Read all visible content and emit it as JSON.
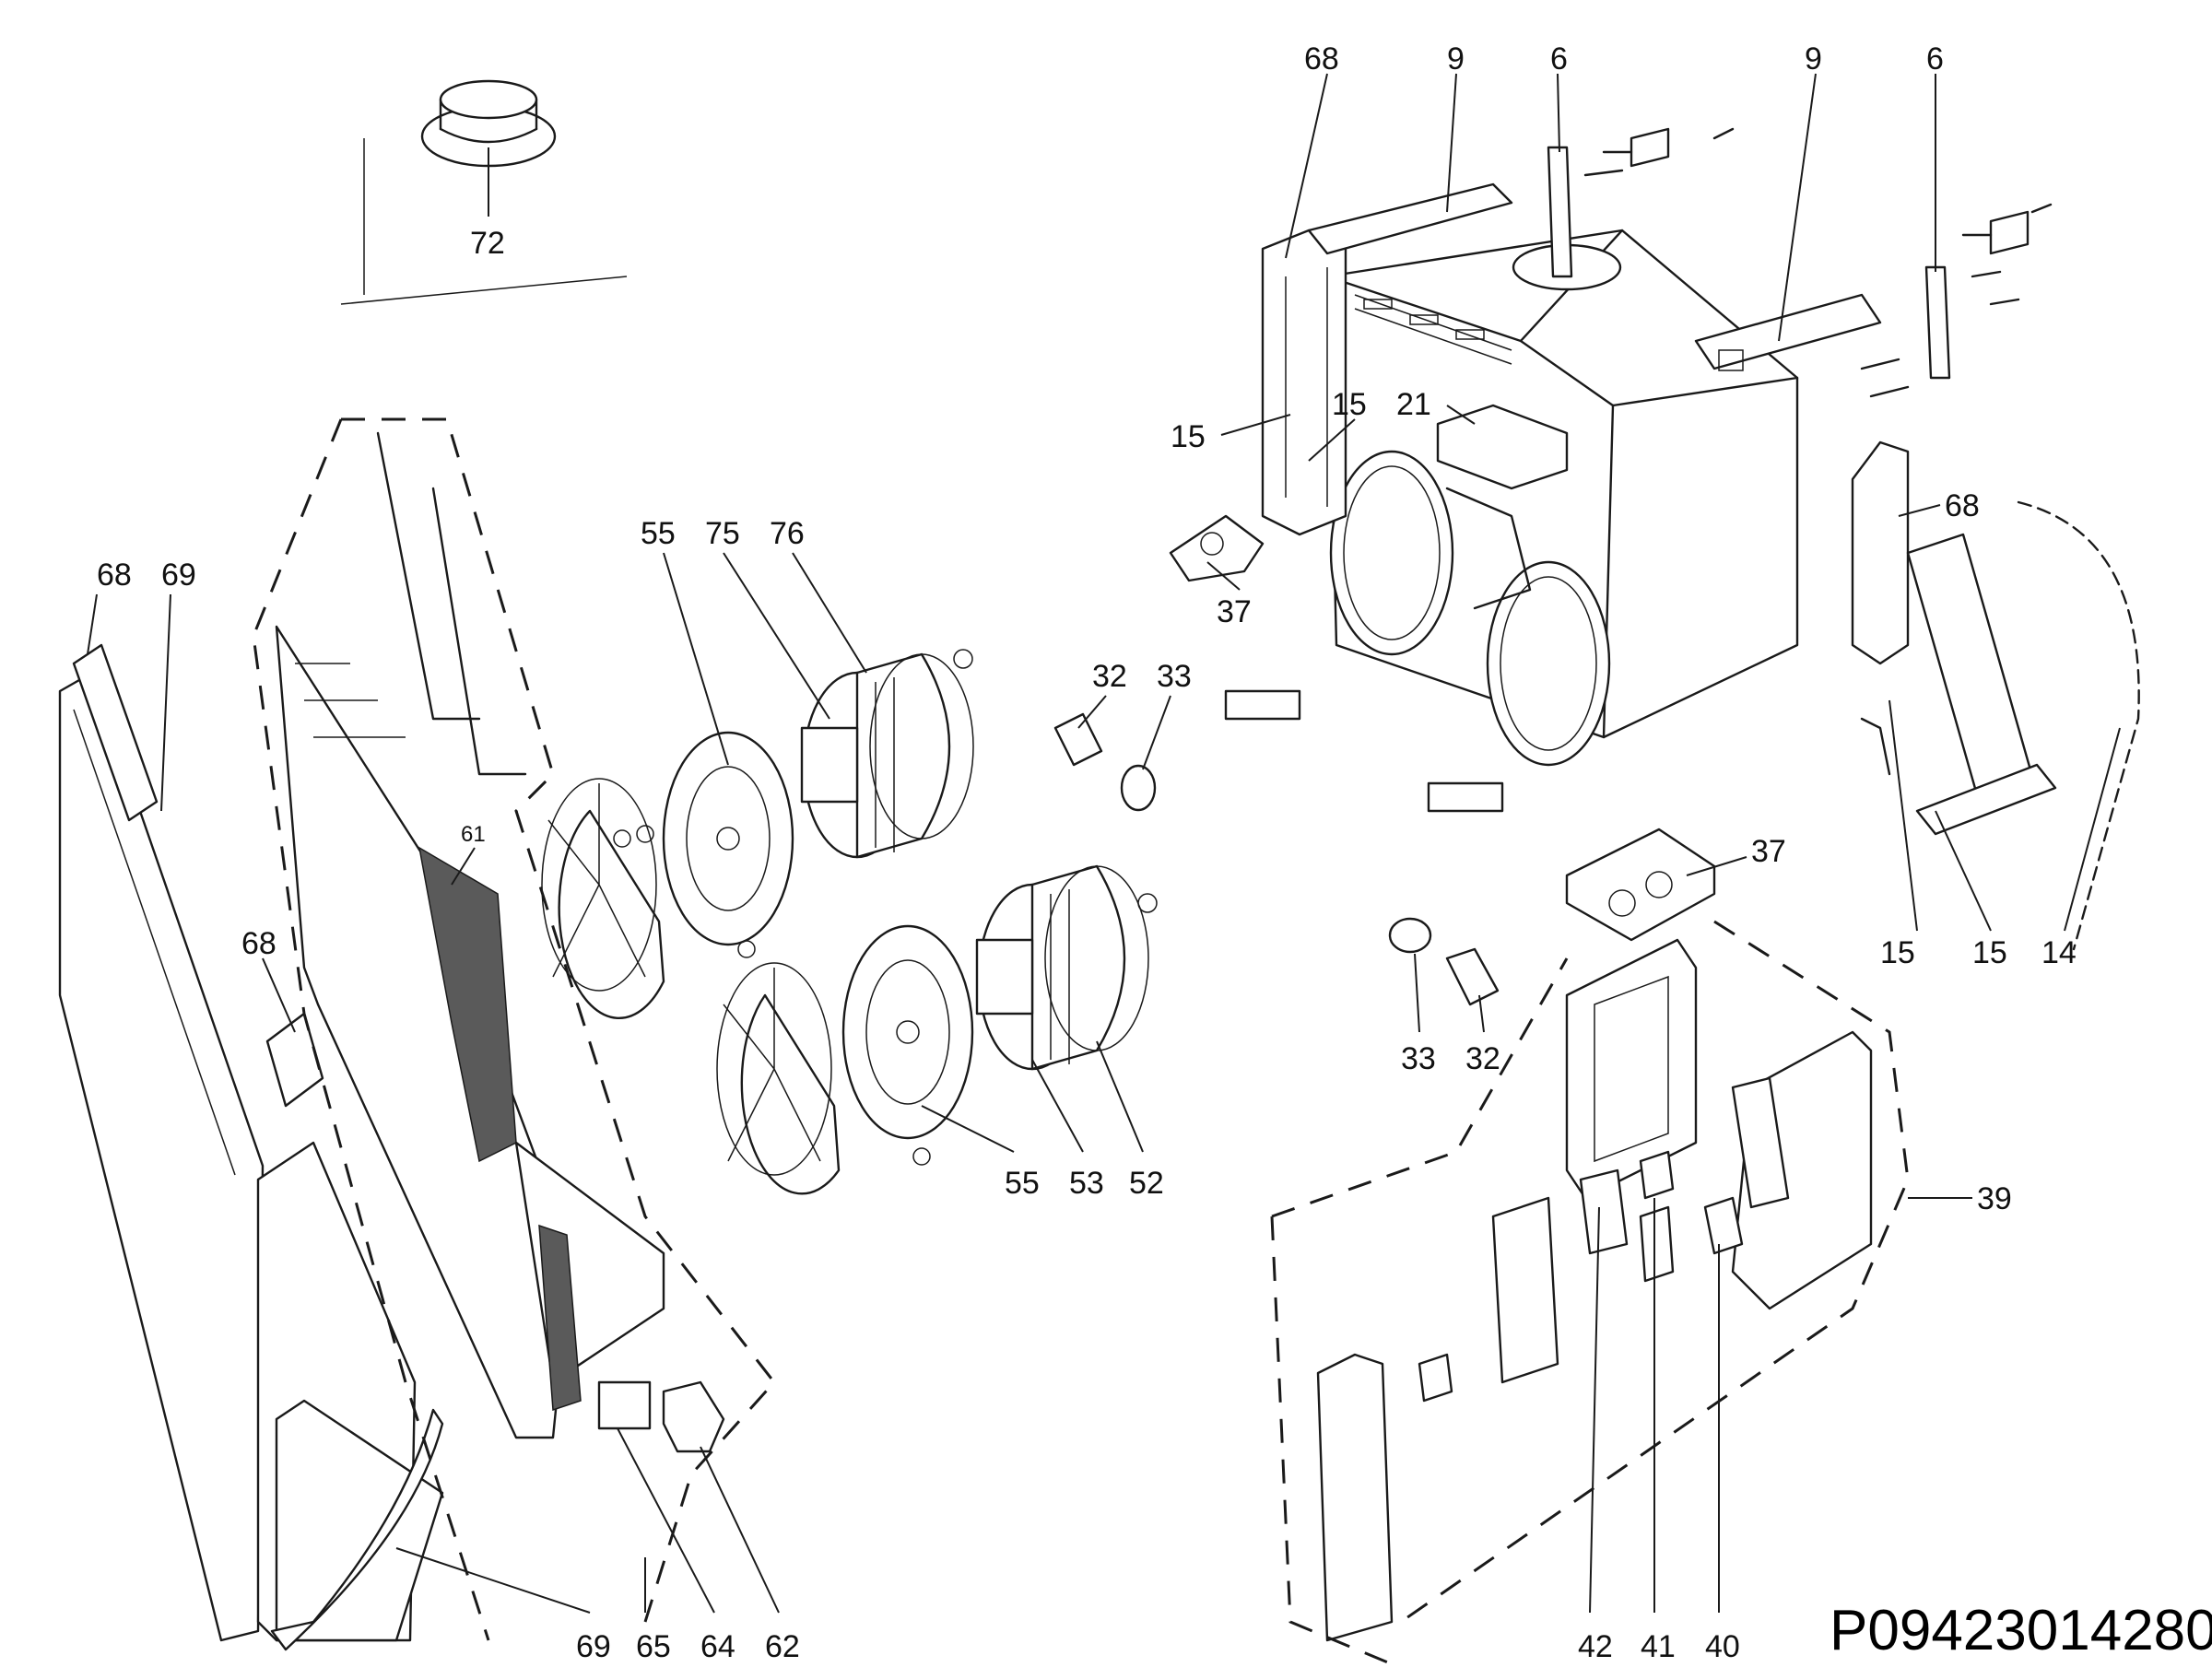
{
  "document_code": "P09423014280",
  "callouts": [
    {
      "id": "c68a",
      "text": "68"
    },
    {
      "id": "c9a",
      "text": "9"
    },
    {
      "id": "c6a",
      "text": "6"
    },
    {
      "id": "c9b",
      "text": "9"
    },
    {
      "id": "c6b",
      "text": "6"
    },
    {
      "id": "c72",
      "text": "72"
    },
    {
      "id": "c15a",
      "text": "15"
    },
    {
      "id": "c15b",
      "text": "15"
    },
    {
      "id": "c21",
      "text": "21"
    },
    {
      "id": "c68b",
      "text": "68"
    },
    {
      "id": "c37a",
      "text": "37"
    },
    {
      "id": "c55a",
      "text": "55"
    },
    {
      "id": "c75",
      "text": "75"
    },
    {
      "id": "c76",
      "text": "76"
    },
    {
      "id": "c32a",
      "text": "32"
    },
    {
      "id": "c33a",
      "text": "33"
    },
    {
      "id": "c68c",
      "text": "68"
    },
    {
      "id": "c69a",
      "text": "69"
    },
    {
      "id": "c61",
      "text": "61"
    },
    {
      "id": "c68d",
      "text": "68"
    },
    {
      "id": "c37b",
      "text": "37"
    },
    {
      "id": "c15c",
      "text": "15"
    },
    {
      "id": "c15d",
      "text": "15"
    },
    {
      "id": "c14",
      "text": "14"
    },
    {
      "id": "c33b",
      "text": "33"
    },
    {
      "id": "c32b",
      "text": "32"
    },
    {
      "id": "c55b",
      "text": "55"
    },
    {
      "id": "c53",
      "text": "53"
    },
    {
      "id": "c52",
      "text": "52"
    },
    {
      "id": "c39",
      "text": "39"
    },
    {
      "id": "c69b",
      "text": "69"
    },
    {
      "id": "c65",
      "text": "65"
    },
    {
      "id": "c64",
      "text": "64"
    },
    {
      "id": "c62",
      "text": "62"
    },
    {
      "id": "c42",
      "text": "42"
    },
    {
      "id": "c41",
      "text": "41"
    },
    {
      "id": "c40",
      "text": "40"
    }
  ]
}
